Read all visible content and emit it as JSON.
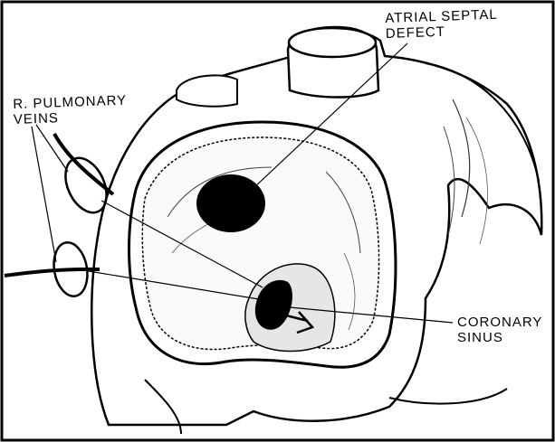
{
  "labels": {
    "atrial_septal_defect": {
      "line1": "ATRIAL SEPTAL",
      "line2": "DEFECT"
    },
    "pulmonary_veins": {
      "line1": "R. PULMONARY",
      "line2": "VEINS"
    },
    "coronary_sinus": {
      "line1": "CORONARY",
      "line2": "SINUS"
    }
  },
  "colors": {
    "ink": "#000000",
    "paper": "#ffffff",
    "shade": "#cfcfcf"
  }
}
